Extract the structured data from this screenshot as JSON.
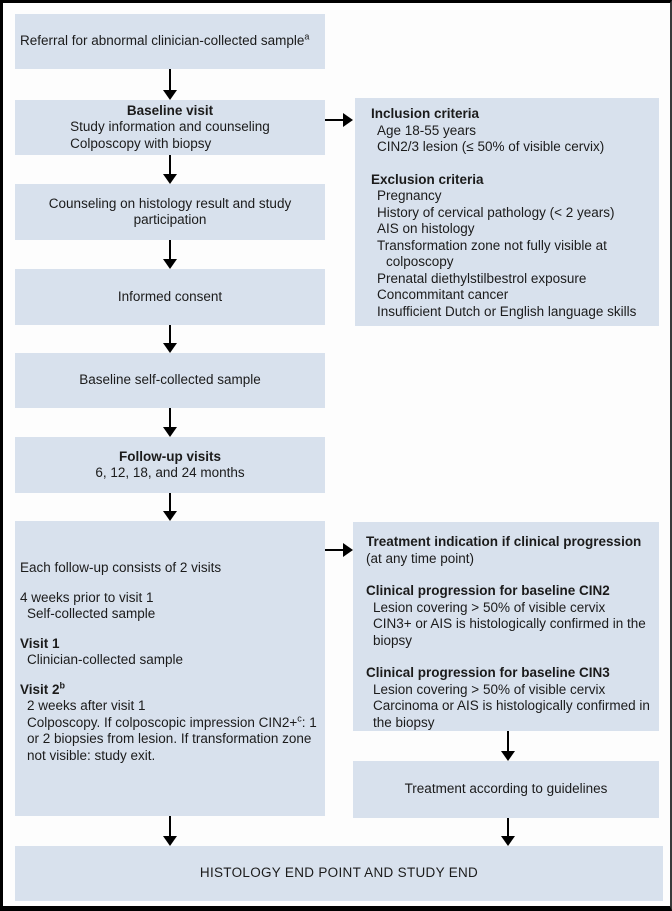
{
  "colors": {
    "box_fill": "#d8e1ed",
    "background": "#fdfdfd",
    "border": "#000000",
    "text": "#1b1b1b"
  },
  "flow": {
    "referral": {
      "text": "Referral for abnormal clinician-collected sample",
      "sup": "a"
    },
    "baseline": {
      "title": "Baseline visit",
      "line1": "Study information and counseling",
      "line2": "Colposcopy with biopsy"
    },
    "counseling": {
      "text": "Counseling on histology result and study participation"
    },
    "informed": {
      "text": "Informed consent"
    },
    "self_sample": {
      "text": "Baseline self-collected sample"
    },
    "followup": {
      "title": "Follow-up visits",
      "subtitle": "6, 12, 18, and 24 months"
    },
    "followup_detail": {
      "intro": "Each follow-up consists of 2 visits",
      "pre_visit_title": "4 weeks prior to visit 1",
      "pre_visit_item": "Self-collected sample",
      "visit1_title": "Visit 1",
      "visit1_item": "Clinician-collected sample",
      "visit2_title": "Visit 2",
      "visit2_sup": "b",
      "visit2_line1": "2 weeks after visit 1",
      "visit2_colpo_pre": "Colposcopy. If colposcopic impression CIN2+",
      "visit2_colpo_sup": "c",
      "visit2_colpo_post": ": 1 or 2 biopsies from lesion. If transformation zone not visible: study exit."
    },
    "endpoint": {
      "text": "HISTOLOGY END POINT AND STUDY END"
    }
  },
  "criteria": {
    "inclusion_title": "Inclusion criteria",
    "inclusion_items": [
      "Age 18-55 years",
      "CIN2/3 lesion (≤ 50% of visible cervix)"
    ],
    "exclusion_title": "Exclusion criteria",
    "exclusion_items": [
      "Pregnancy",
      "History of cervical pathology (< 2 years)",
      "AIS on histology",
      "Transformation zone not fully visible at colposcopy",
      "Prenatal diethylstilbestrol exposure",
      "Concommitant cancer",
      "Insufficient Dutch or English language skills"
    ]
  },
  "treatment": {
    "title": "Treatment indication if clinical progression",
    "subtitle": "(at any time point)",
    "cin2_title": "Clinical progression for baseline CIN2",
    "cin2_items": [
      "Lesion covering > 50% of visible cervix",
      "CIN3+ or AIS is histologically confirmed in the biopsy"
    ],
    "cin3_title": "Clinical progression for baseline CIN3",
    "cin3_items": [
      "Lesion covering > 50% of visible cervix",
      "Carcinoma or AIS is histologically confirmed in the biopsy"
    ],
    "guidelines": "Treatment according to guidelines"
  }
}
